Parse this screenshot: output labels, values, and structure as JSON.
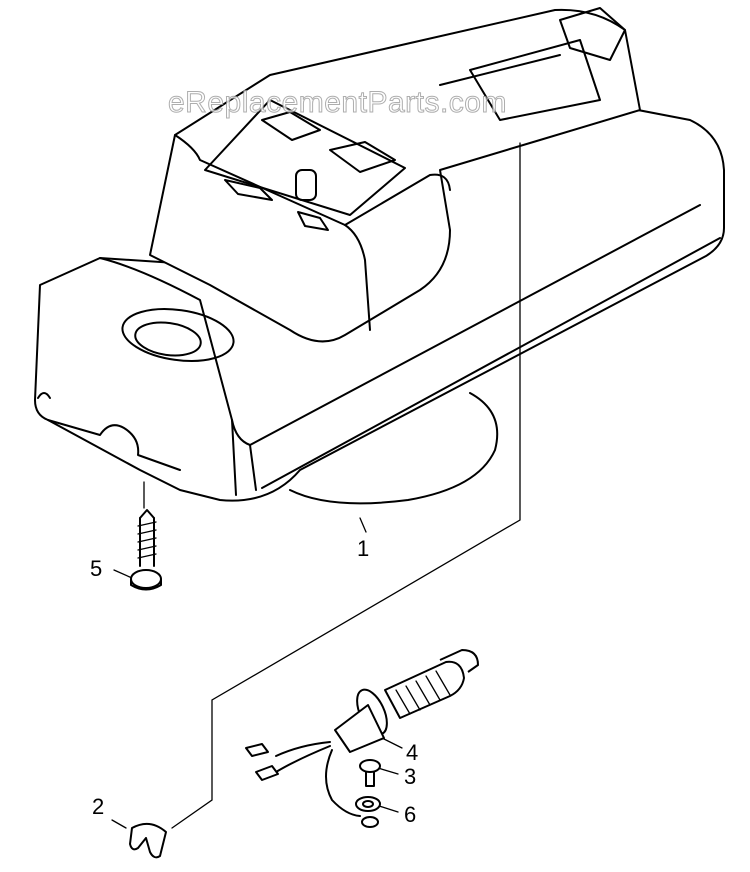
{
  "watermark": "eReplacementParts.com",
  "callouts": [
    {
      "id": "1",
      "label": "1"
    },
    {
      "id": "2",
      "label": "2"
    },
    {
      "id": "3",
      "label": "3"
    },
    {
      "id": "4",
      "label": "4"
    },
    {
      "id": "5",
      "label": "5"
    },
    {
      "id": "6",
      "label": "6"
    }
  ],
  "icons": {
    "housing": "housing-cover-icon",
    "seal": "seal-ring-icon",
    "screw": "screw-icon",
    "cord": "power-cord-icon",
    "clip": "clip-icon",
    "washer": "washer-icon"
  }
}
